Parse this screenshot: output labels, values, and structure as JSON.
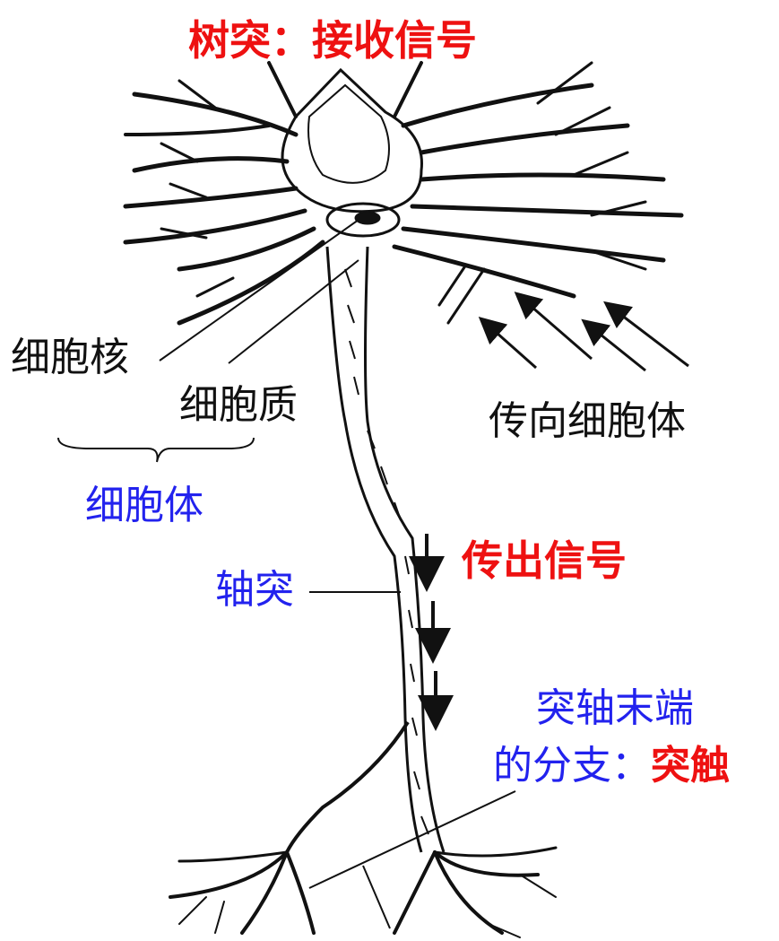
{
  "colors": {
    "red": "#ee1111",
    "blue": "#2222ee",
    "black": "#111111"
  },
  "labels": {
    "dendrite": "树突：接收信号",
    "nucleus": "细胞核",
    "cytoplasm": "细胞质",
    "toward_cell_body": "传向细胞体",
    "cell_body": "细胞体",
    "axon": "轴突",
    "transmit_signal": "传出信号",
    "axon_terminal_line1": "突轴末端",
    "axon_terminal_line2_prefix": "的分支：",
    "synapse": "突触"
  },
  "icons": [
    "neuron-drawing",
    "down-arrow-icon",
    "input-arrow-icon",
    "brace-icon"
  ]
}
